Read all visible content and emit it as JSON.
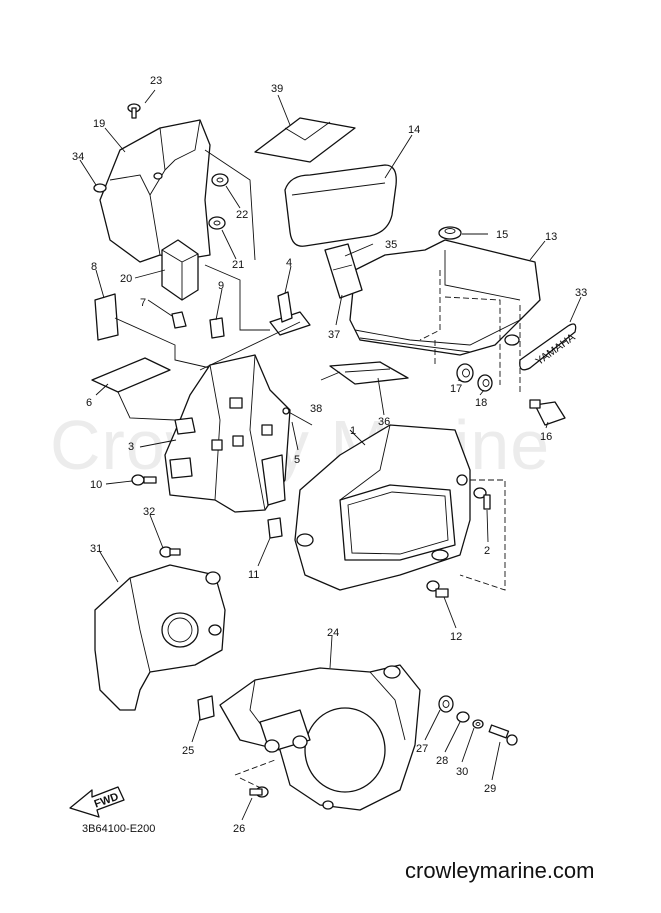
{
  "watermark": "Crowley Marine",
  "diagram_code": "3B64100-E200",
  "website": "crowleymarine.com",
  "fwd_label": "FWD",
  "decal_text": "YAMAHA",
  "callouts": [
    "1",
    "2",
    "3",
    "4",
    "5",
    "6",
    "7",
    "8",
    "9",
    "10",
    "11",
    "12",
    "13",
    "14",
    "15",
    "16",
    "17",
    "18",
    "19",
    "20",
    "21",
    "22",
    "23",
    "24",
    "25",
    "26",
    "27",
    "28",
    "29",
    "30",
    "31",
    "32",
    "33",
    "34",
    "35",
    "36",
    "37",
    "38",
    "39"
  ]
}
